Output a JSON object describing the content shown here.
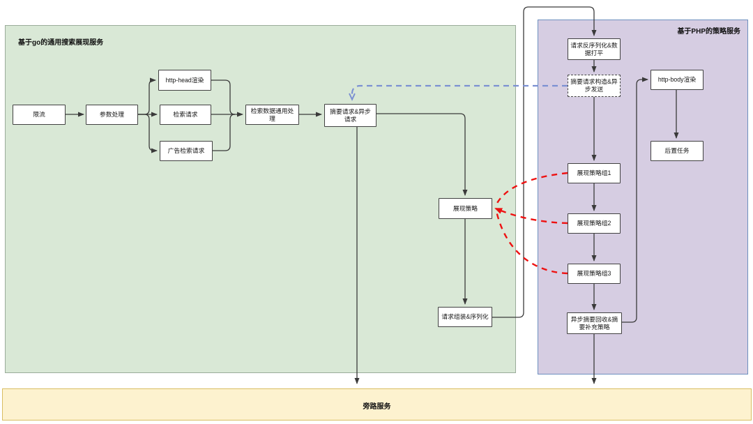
{
  "diagram": {
    "regions": {
      "go_service": {
        "title": "基于go的通用搜索展现服务",
        "bg": "#d9e8d6",
        "border": "#9aab9a"
      },
      "php_service": {
        "title": "基于PHP的策略服务",
        "bg": "#d6cde2",
        "border": "#6d8fbf"
      },
      "bypass": {
        "title": "旁路服务",
        "bg": "#fdf2cf",
        "border": "#d9bd62"
      }
    },
    "nodes": {
      "rate_limit": "限流",
      "param_processing": "参数处理",
      "http_head_render": "http-head渲染",
      "search_request": "检索请求",
      "ad_search_request": "广告检索请求",
      "search_data_processing": "检索数据通用处理",
      "summary_async_request": "摘要请求&异步请求",
      "display_strategy": "展现策略",
      "request_assembly": "请求组装&序列化",
      "request_deserialize": "请求反序列化&数据打平",
      "summary_request_build": "摘要请求构造&异步发送",
      "http_body_render": "http-body渲染",
      "post_task": "后置任务",
      "strategy_group_1": "展现策略组1",
      "strategy_group_2": "展现策略组2",
      "strategy_group_3": "展现策略组3",
      "async_summary_recycle": "异步摘要回收&摘要补充策略"
    },
    "colors": {
      "connector": "#3a3a3a",
      "async_link_blue": "#7b90d2",
      "strategy_link_red": "#ee1111"
    }
  }
}
